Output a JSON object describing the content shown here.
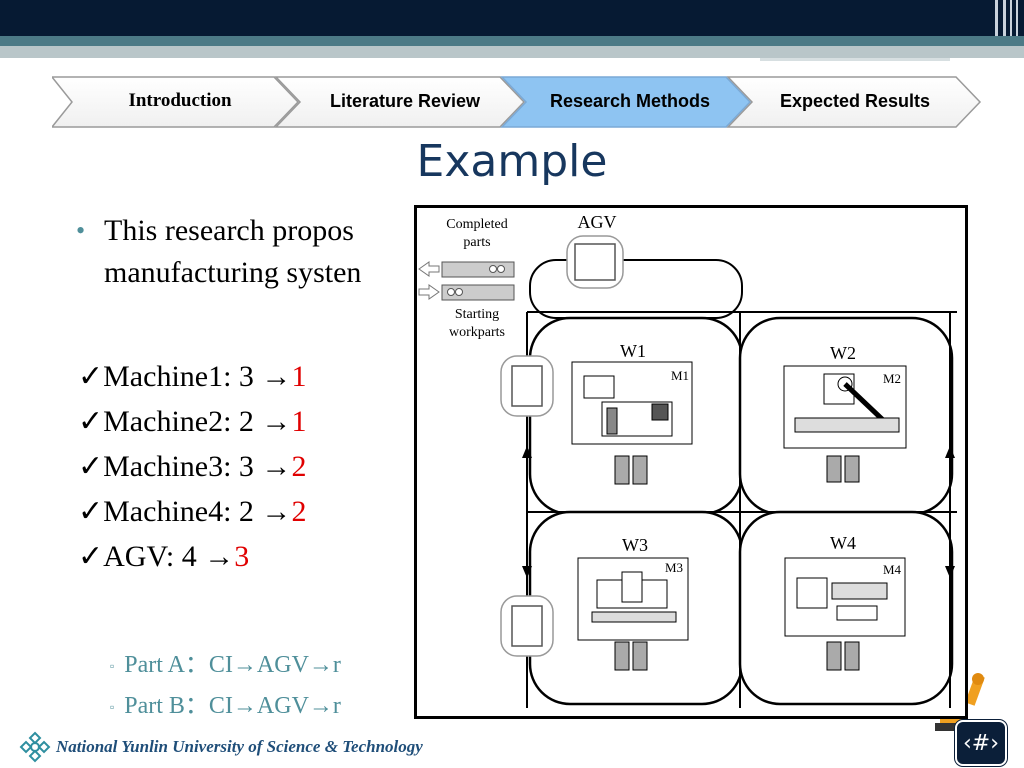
{
  "nav": {
    "tabs": [
      {
        "label": "Introduction",
        "active": false
      },
      {
        "label": "Literature Review",
        "active": false
      },
      {
        "label": "Research Methods",
        "active": true
      },
      {
        "label": "Expected Results",
        "active": false
      }
    ],
    "active_color": "#8ec4f2"
  },
  "slide": {
    "title": "Example",
    "bullet_line1": "This research propos",
    "bullet_line2": "manufacturing systen",
    "checks": [
      {
        "label": "✓Machine1: 3 →",
        "value": "1"
      },
      {
        "label": "✓Machine2: 2 →",
        "value": "1"
      },
      {
        "label": "✓Machine3: 3 →",
        "value": "2"
      },
      {
        "label": "✓Machine4: 2 →",
        "value": "2"
      },
      {
        "label": "✓AGV: 4 →",
        "value": "3"
      }
    ],
    "sub_items": [
      "Part A：CI→AGV→r",
      "Part B：CI→AGV→r"
    ]
  },
  "diagram": {
    "agv_label": "AGV",
    "completed_label": "Completed parts",
    "starting_label": "Starting workparts",
    "stations": [
      "W1",
      "W2",
      "W3",
      "W4"
    ],
    "machines": [
      "M1",
      "M2",
      "M3",
      "M4"
    ]
  },
  "footer": {
    "university": "National Yunlin University of Science & Technology",
    "page_number": "‹#›"
  },
  "colors": {
    "header_dark": "#061a33",
    "header_teal": "#4c7a86",
    "title": "#17375e",
    "highlight_red": "#e00000",
    "sub_teal": "#4f8f9a"
  }
}
